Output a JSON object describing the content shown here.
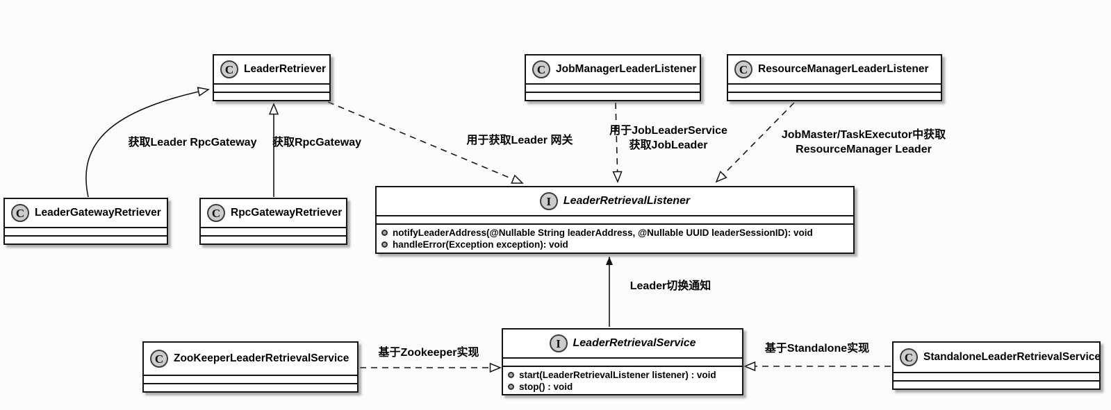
{
  "diagram": {
    "type": "uml-class-diagram",
    "background": "#fcfcfc",
    "line_color": "#1a1a1a",
    "badge_fill": "#cccccc"
  },
  "badges": {
    "class_letter": "C",
    "interface_letter": "I"
  },
  "classes": {
    "leader_retriever": {
      "name": "LeaderRetriever"
    },
    "job_manager_leader_listener": {
      "name": "JobManagerLeaderListener"
    },
    "resource_manager_leader_listener": {
      "name": "ResourceManagerLeaderListener"
    },
    "leader_gateway_retriever": {
      "name": "LeaderGatewayRetriever"
    },
    "rpc_gateway_retriever": {
      "name": "RpcGatewayRetriever"
    },
    "zookeeper_leader_retrieval_service": {
      "name": "ZooKeeperLeaderRetrievalService"
    },
    "standalone_leader_retrieval_service": {
      "name": "StandaloneLeaderRetrievalService"
    }
  },
  "interfaces": {
    "leader_retrieval_listener": {
      "name": "LeaderRetrievalListener",
      "methods": [
        "notifyLeaderAddress(@Nullable String leaderAddress, @Nullable UUID leaderSessionID): void",
        "handleError(Exception exception): void"
      ]
    },
    "leader_retrieval_service": {
      "name": "LeaderRetrievalService",
      "methods": [
        "start(LeaderRetrievalListener listener) : void",
        "stop() : void"
      ]
    }
  },
  "edge_labels": {
    "get_leader_rpc_gateway": "获取Leader RpcGateway",
    "get_rpc_gateway": "获取RpcGateway",
    "used_to_get_leader_gateway": "用于获取Leader 网关",
    "job_leader_service": "用于JobLeaderService\n获取JobLeader",
    "jobmaster_taskexecutor": "JobMaster/TaskExecutor中获取\nResourceManager Leader",
    "leader_switch_notice": "Leader切换通知",
    "zookeeper_impl": "基于Zookeeper实现",
    "standalone_impl": "基于Standalone实现"
  }
}
